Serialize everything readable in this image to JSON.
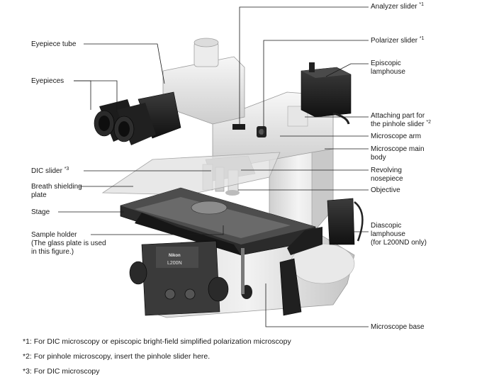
{
  "labels": {
    "analyzer_slider": "Analyzer slider",
    "analyzer_mark": "*1",
    "polarizer_slider": "Polarizer slider",
    "polarizer_mark": "*1",
    "episcopic_lamphouse": [
      "Episcopic",
      "lamphouse"
    ],
    "eyepiece_tube": "Eyepiece tube",
    "eyepieces": "Eyepieces",
    "pinhole_attach": [
      "Attaching part for",
      "the pinhole slider"
    ],
    "pinhole_mark": "*2",
    "microscope_arm": "Microscope arm",
    "main_body": [
      "Microscope main",
      "body"
    ],
    "dic_slider": "DIC slider",
    "dic_mark": "*3",
    "revolving_nosepiece": [
      "Revolving",
      "nosepiece"
    ],
    "breath_plate": [
      "Breath shielding",
      "plate"
    ],
    "objective": "Objective",
    "stage": "Stage",
    "sample_holder": [
      "Sample holder",
      "(The glass plate is used",
      " in this figure.)"
    ],
    "diascopic_lamphouse": [
      "Diascopic",
      "lamphouse",
      "(for L200ND only)"
    ],
    "microscope_base": "Microscope base",
    "nikon_brand": "Nikon",
    "model_text": "L200N"
  },
  "footnotes": [
    "*1: For DIC microscopy or episcopic bright-field simplified polarization microscopy",
    "*2: For pinhole microscopy, insert the pinhole slider here.",
    "*3: For DIC microscopy"
  ]
}
